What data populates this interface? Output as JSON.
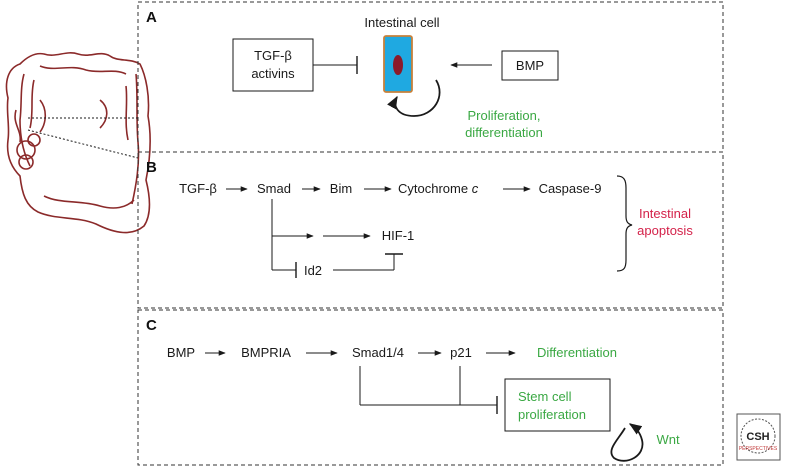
{
  "panel_a": {
    "letter": "A",
    "cell_title": "Intestinal cell",
    "left_box": [
      "TGF-β",
      "activins"
    ],
    "right_box": "BMP",
    "outcome": [
      "Proliferation,",
      "differentiation"
    ]
  },
  "panel_b": {
    "letter": "B",
    "chain": [
      "TGF-β",
      "Smad",
      "Bim",
      "Cytochrome",
      "Caspase-9"
    ],
    "cyto_suffix": "c",
    "hif": "HIF-1",
    "id2": "Id2",
    "outcome": [
      "Intestinal",
      "apoptosis"
    ]
  },
  "panel_c": {
    "letter": "C",
    "chain": [
      "BMP",
      "BMPRIA",
      "Smad1/4",
      "p21"
    ],
    "differentiation": "Differentiation",
    "stem_box": [
      "Stem cell",
      "proliferation"
    ],
    "wnt": "Wnt"
  },
  "logo": {
    "main": "CSH",
    "sub": "PERSPECTIVES"
  },
  "colors": {
    "green": "#3aa843",
    "red": "#d4224a",
    "cell_fill": "#1fa9e1",
    "cell_border": "#c8813a",
    "nucleus": "#8b1a2a",
    "intestine": "#8b2a2a"
  }
}
